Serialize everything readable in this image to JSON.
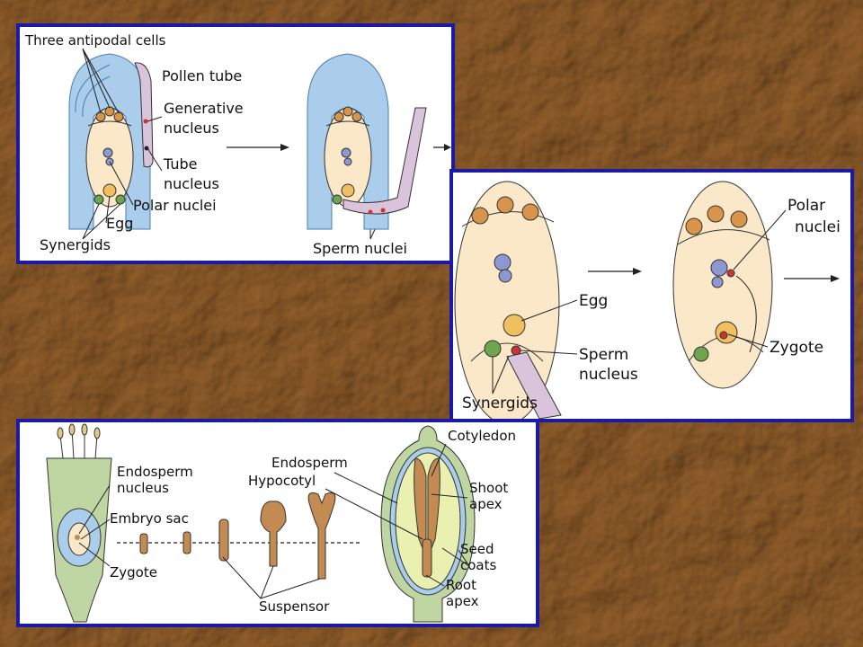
{
  "colors": {
    "background": "#b08a5c",
    "panel_border": "#1a1aa6",
    "integument": "#a9cdea",
    "sac": "#fbe8c8",
    "nucleus_orange": "#d9944b",
    "nucleus_blue": "#8d97d0",
    "nucleus_green": "#6fa54f",
    "pollen_tube": "#d9c4dc",
    "tissue_green": "#bfd6a2",
    "embryo_tan": "#c38b52"
  },
  "panel1": {
    "three_antipodal_cells": "Three antipodal cells",
    "pollen_tube": "Pollen tube",
    "generative": "Generative",
    "nucleus1": "nucleus",
    "tube": "Tube",
    "nucleus2": "nucleus",
    "polar_nuclei": "Polar nuclei",
    "egg": "Egg",
    "synergids": "Synergids",
    "sperm_nuclei": "Sperm nuclei"
  },
  "panel2": {
    "polar": "Polar",
    "nuclei": "nuclei",
    "egg": "Egg",
    "sperm": "Sperm",
    "nucleus": "nucleus",
    "zygote": "Zygote",
    "synergids": "Synergids"
  },
  "panel3": {
    "endosperm_nucleus_1": "Endosperm",
    "endosperm_nucleus_2": "nucleus",
    "embryo_sac": "Embryo sac",
    "zygote": "Zygote",
    "endosperm": "Endosperm",
    "hypocotyl": "Hypocotyl",
    "cotyledon": "Cotyledon",
    "shoot_apex_1": "Shoot",
    "shoot_apex_2": "apex",
    "seed_coats_1": "Seed",
    "seed_coats_2": "coats",
    "root_apex_1": "Root",
    "root_apex_2": "apex",
    "suspensor": "Suspensor"
  }
}
